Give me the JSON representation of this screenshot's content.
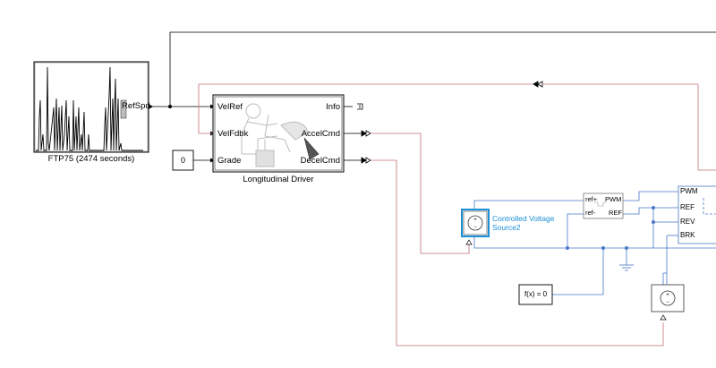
{
  "blocks": {
    "drive_cycle": {
      "caption": "FTP75 (2474  seconds)",
      "port_out": "RefSpd"
    },
    "constant": {
      "value": "0"
    },
    "driver": {
      "caption": "Longitudinal Driver",
      "inputs": [
        "VelRef",
        "VelFdbk",
        "Grade"
      ],
      "outputs": [
        "Info",
        "AccelCmd",
        "DecelCmd"
      ]
    },
    "voltage_source": {
      "label_line1": "Controlled Voltage",
      "label_line2": "Source2"
    },
    "converter": {
      "ports_left": [
        "ref+",
        "ref-"
      ],
      "ports_right": [
        "PWM",
        "REF"
      ]
    },
    "motor_controller": {
      "ports": [
        "PWM",
        "REF",
        "REV",
        "BRK"
      ]
    },
    "solver": {
      "label": "f(x) = 0"
    }
  },
  "colors": {
    "signal": "#000000",
    "feedback": "#c07078",
    "physical": "#4a78c8",
    "selection": "#1a8fd8",
    "block_border": "#333333",
    "icon_gray": "#c8c8c8"
  }
}
